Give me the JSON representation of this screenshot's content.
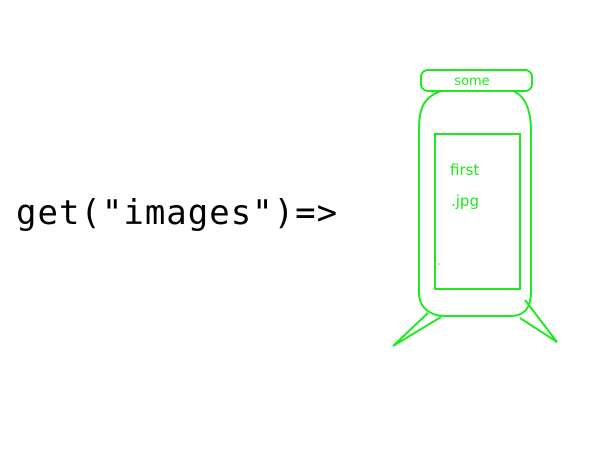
{
  "code": {
    "text": "get(\"images\")=>"
  },
  "jar": {
    "lid_label": "some",
    "file_name_line1": "first",
    "file_name_line2": ".jpg",
    "stroke_color": "#1ee81e"
  }
}
